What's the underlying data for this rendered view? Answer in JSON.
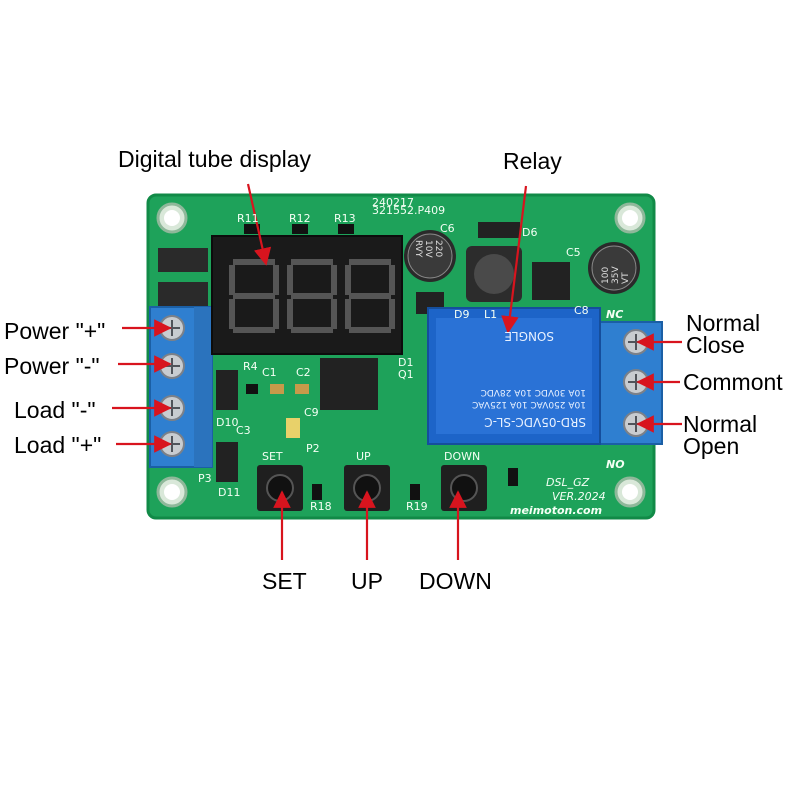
{
  "labels": {
    "digital_tube_display": "Digital tube display",
    "relay": "Relay",
    "power_plus": "Power \"+\"",
    "power_minus": "Power \"-\"",
    "load_minus": "Load \"-\"",
    "load_plus": "Load \"+\"",
    "normal_close_1": "Normal",
    "normal_close_2": "Close",
    "commont": "Commont",
    "normal_open_1": "Normal",
    "normal_open_2": "Open",
    "set": "SET",
    "up": "UP",
    "down": "DOWN"
  },
  "board": {
    "nc": "NC",
    "no": "NO",
    "model": "DSL_GZ",
    "version": "VER.2024",
    "website": "meimoton.com",
    "batch_1": "240217",
    "batch_2": "321552.P409",
    "silk_set": "SET",
    "silk_up": "UP",
    "silk_down": "DOWN",
    "refs": [
      "R11",
      "R12",
      "R13",
      "C6",
      "D6",
      "C5",
      "D9",
      "L1",
      "C8",
      "R4",
      "C1",
      "C2",
      "C3",
      "D10",
      "D11",
      "P3",
      "P2",
      "Q1",
      "R18",
      "R19",
      "C9",
      "D1"
    ],
    "cap_left": [
      "220",
      "10V",
      "RVY"
    ],
    "cap_right": [
      "100",
      "35V",
      "VT"
    ],
    "relay_print": [
      "SRD-05VDC-SL-C",
      "10A 250VAC  10A 125VAC",
      "10A 30VDC  10A 28VDC"
    ],
    "relay_brand": "SONGLE"
  },
  "colors": {
    "board": "#1ea25a",
    "board_edge": "#118a47",
    "terminal": "#2f7fd0",
    "relay": "#1d64c8",
    "arrow": "#d8141e",
    "display": "#1a1a1a"
  }
}
